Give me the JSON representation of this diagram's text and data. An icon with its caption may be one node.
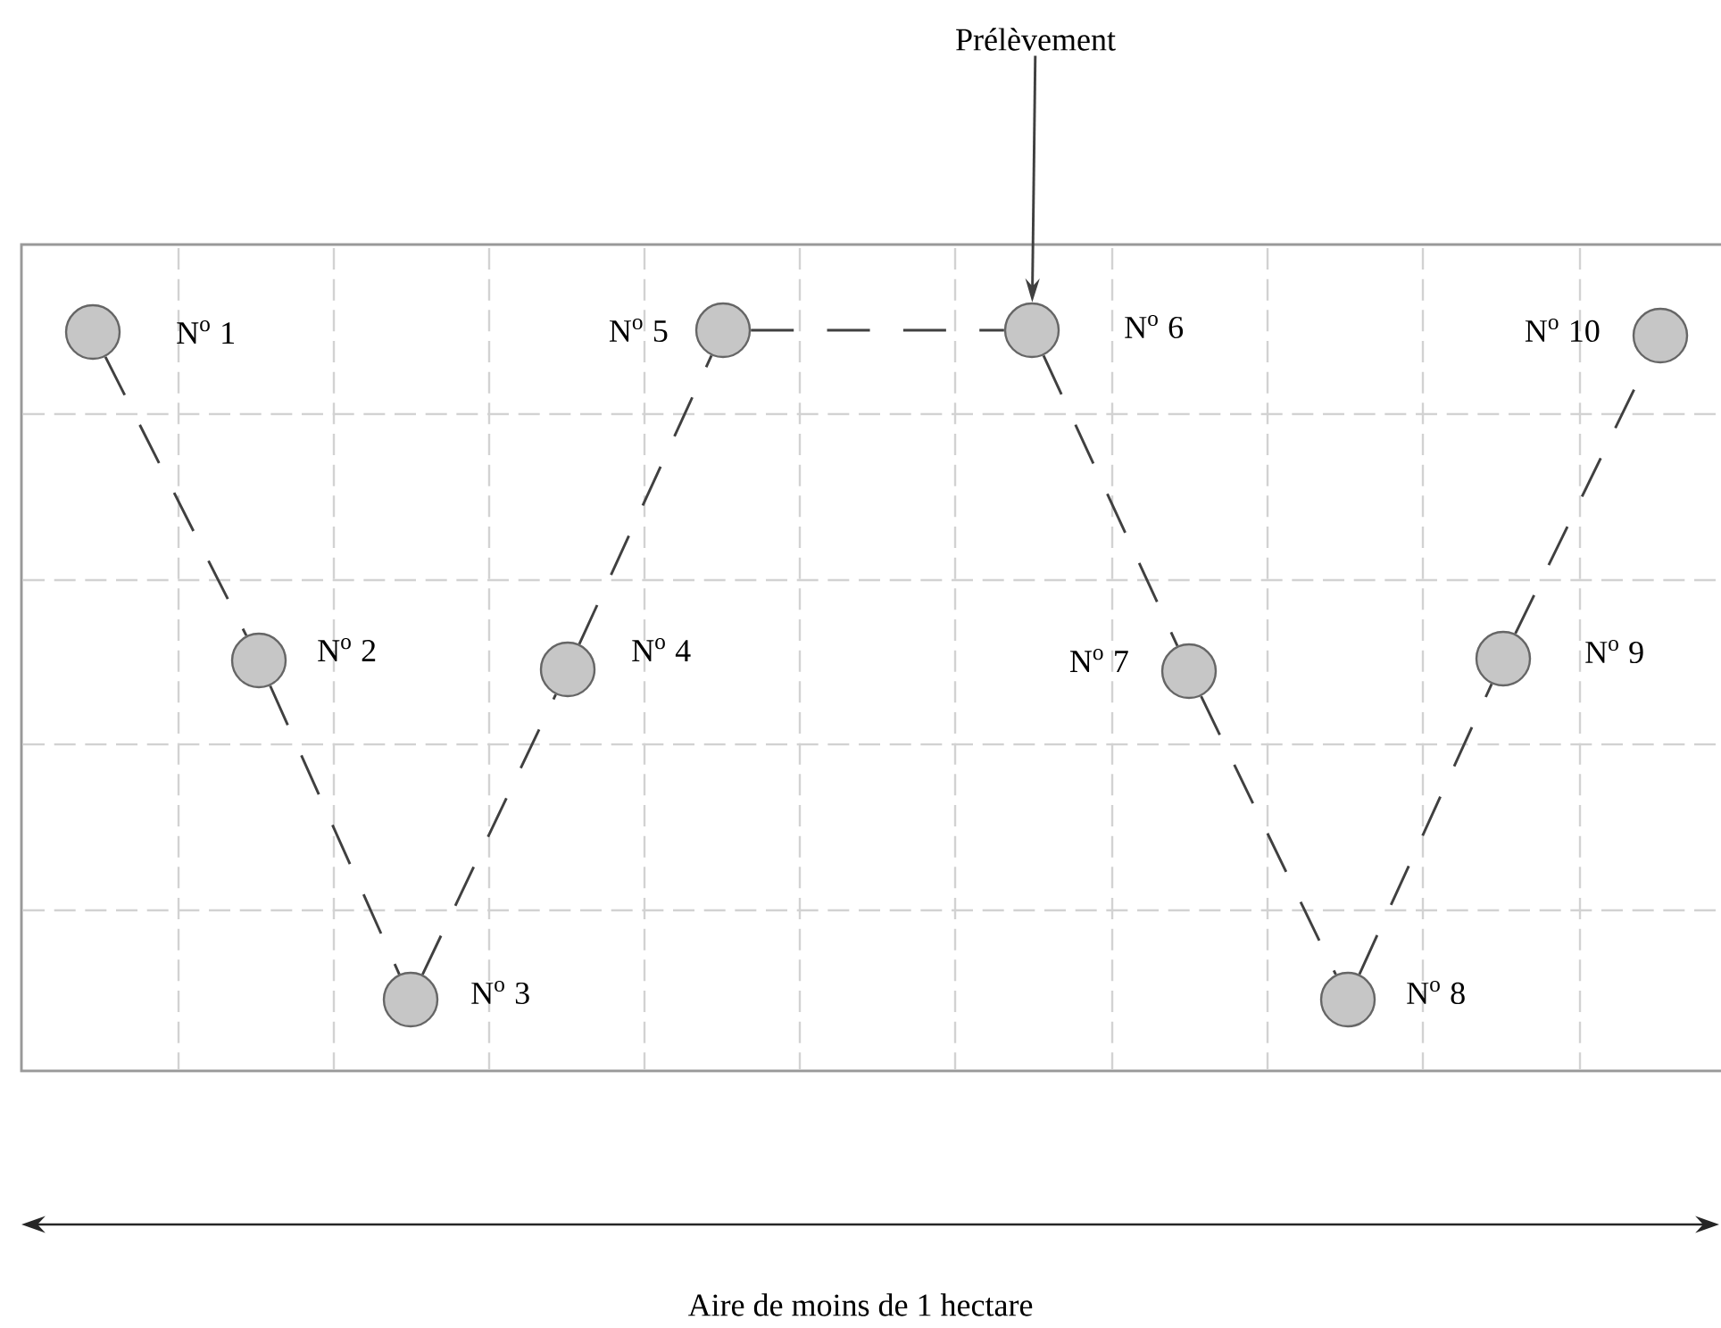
{
  "diagram": {
    "nodes": [
      {
        "text": [],
        "shape": "circle",
        "beside": [
          "N$^{o}$ 1"
        ]
      },
      {
        "text": [],
        "shape": "circle",
        "beside": [
          "N$^{o}$ 2"
        ]
      },
      {
        "text": [],
        "shape": "circle",
        "beside": [
          "N$^{o}$ 3"
        ]
      },
      {
        "text": [],
        "shape": "circle",
        "beside": [
          "N$^{o}$ 4"
        ]
      },
      {
        "text": [],
        "shape": "circle",
        "beside": [
          "N$^{o}$ 5"
        ]
      },
      {
        "text": [],
        "shape": "circle",
        "beside": [
          "N$^{o}$ 6"
        ]
      },
      {
        "text": [],
        "shape": "circle",
        "beside": [
          "N$^{o}$ 7"
        ]
      },
      {
        "text": [],
        "shape": "circle",
        "beside": [
          "N$^{o}$ 8"
        ]
      },
      {
        "text": [],
        "shape": "circle",
        "beside": [
          "N$^{o}$ 9"
        ]
      },
      {
        "text": [],
        "shape": "circle",
        "beside": [
          "N$^{o}$ 10"
        ]
      },
      {
        "text": [
          "Prélèvement"
        ]
      }
    ],
    "edges": [
      {
        "from": 0,
        "to": 1,
        "arrow": "none",
        "style": "dashed"
      },
      {
        "from": 1,
        "to": 2,
        "arrow": "none",
        "style": "dashed"
      },
      {
        "from": 2,
        "to": 3,
        "arrow": "none",
        "style": "dashed"
      },
      {
        "from": 3,
        "to": 4,
        "arrow": "none",
        "style": "dashed"
      },
      {
        "from": 4,
        "to": 5,
        "arrow": "none",
        "style": "dashed"
      },
      {
        "from": 5,
        "to": 6,
        "arrow": "none",
        "style": "dashed"
      },
      {
        "from": 6,
        "to": 7,
        "arrow": "none",
        "style": "dashed"
      },
      {
        "from": 7,
        "to": 8,
        "arrow": "none",
        "style": "dashed"
      },
      {
        "from": 8,
        "to": 9,
        "arrow": "none",
        "style": "dashed"
      },
      {
        "from": 10,
        "to": 5,
        "arrow": "to"
      }
    ],
    "labels": [
      "Aire de moins de 1 hectare"
    ]
  }
}
